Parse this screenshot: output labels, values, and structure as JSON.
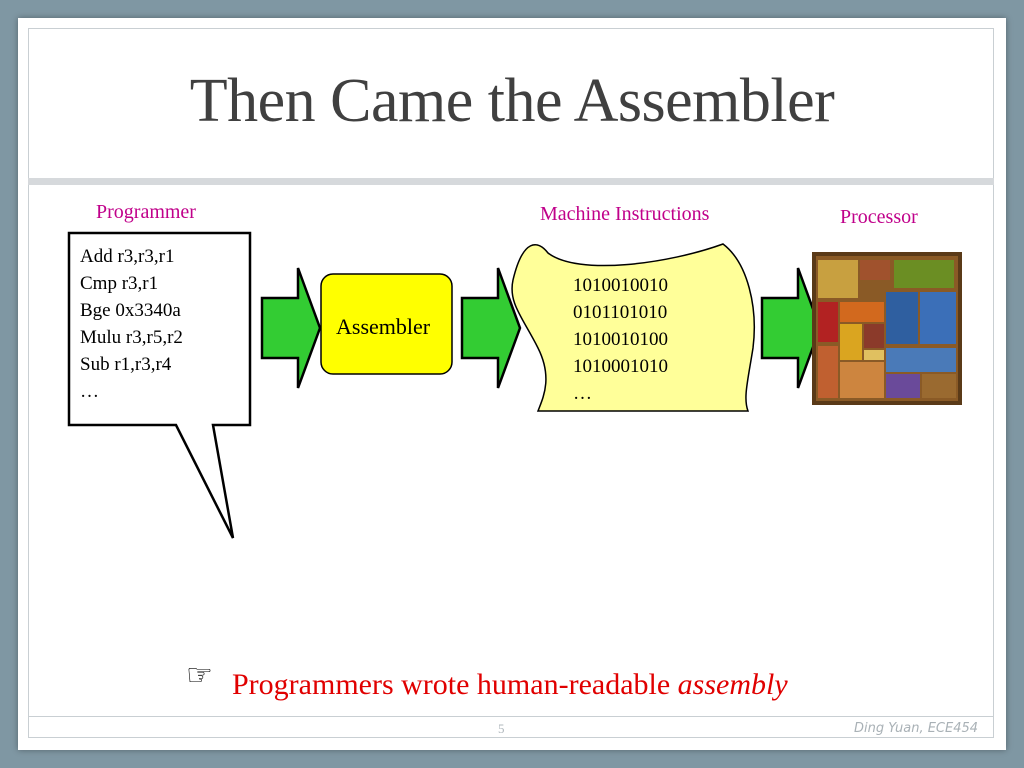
{
  "slide": {
    "title": "Then Came the Assembler",
    "page_number": "5",
    "credit": "Ding Yuan, ECE454"
  },
  "diagram": {
    "programmer_label": "Programmer",
    "assembly_lines": [
      "Add r3,r3,r1",
      "Cmp r3,r1",
      "Bge 0x3340a",
      "Mulu r3,r5,r2",
      "Sub r1,r3,r4",
      "…"
    ],
    "assembler_label": "Assembler",
    "machine_label": "Machine Instructions",
    "machine_lines": [
      "1010010010",
      "0101101010",
      "1010010100",
      "1010001010",
      "…"
    ],
    "processor_label": "Processor",
    "processor_image": "processor-die-photo",
    "colors": {
      "arrow_fill": "#33cc33",
      "assembler_fill": "#ffff00",
      "scroll_fill": "#ffff99",
      "label_color": "#c0008a"
    }
  },
  "bullet": {
    "icon": "pointing-hand-icon",
    "text": "Programmers wrote human-readable ",
    "emphasis": "assembly"
  }
}
